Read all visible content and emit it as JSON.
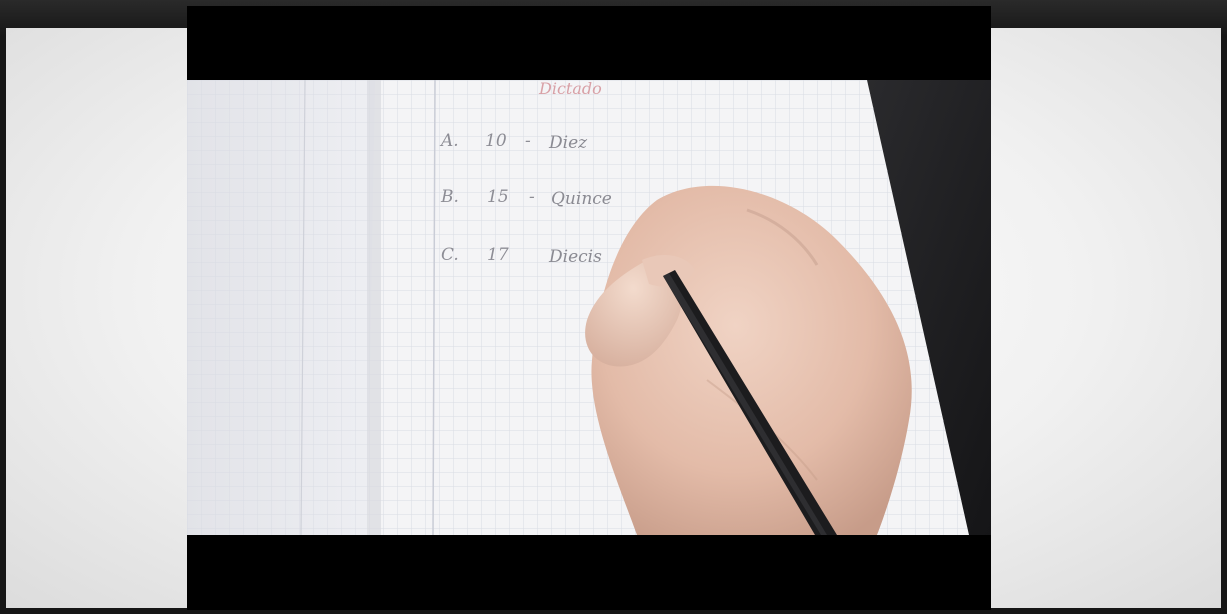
{
  "notebook": {
    "title": "Dictado",
    "lines": [
      {
        "label": "A.",
        "number": "10",
        "dash": "-",
        "word": "Diez"
      },
      {
        "label": "B.",
        "number": "15",
        "dash": "-",
        "word": "Quince"
      },
      {
        "label": "C.",
        "number": "17",
        "dash": "",
        "word": "Diecis"
      }
    ]
  },
  "colors": {
    "title_ink": "#d8a0a6",
    "pencil_ink": "#8d8d95",
    "paper": "#f4f4f6",
    "background": "#f0f0f0"
  }
}
